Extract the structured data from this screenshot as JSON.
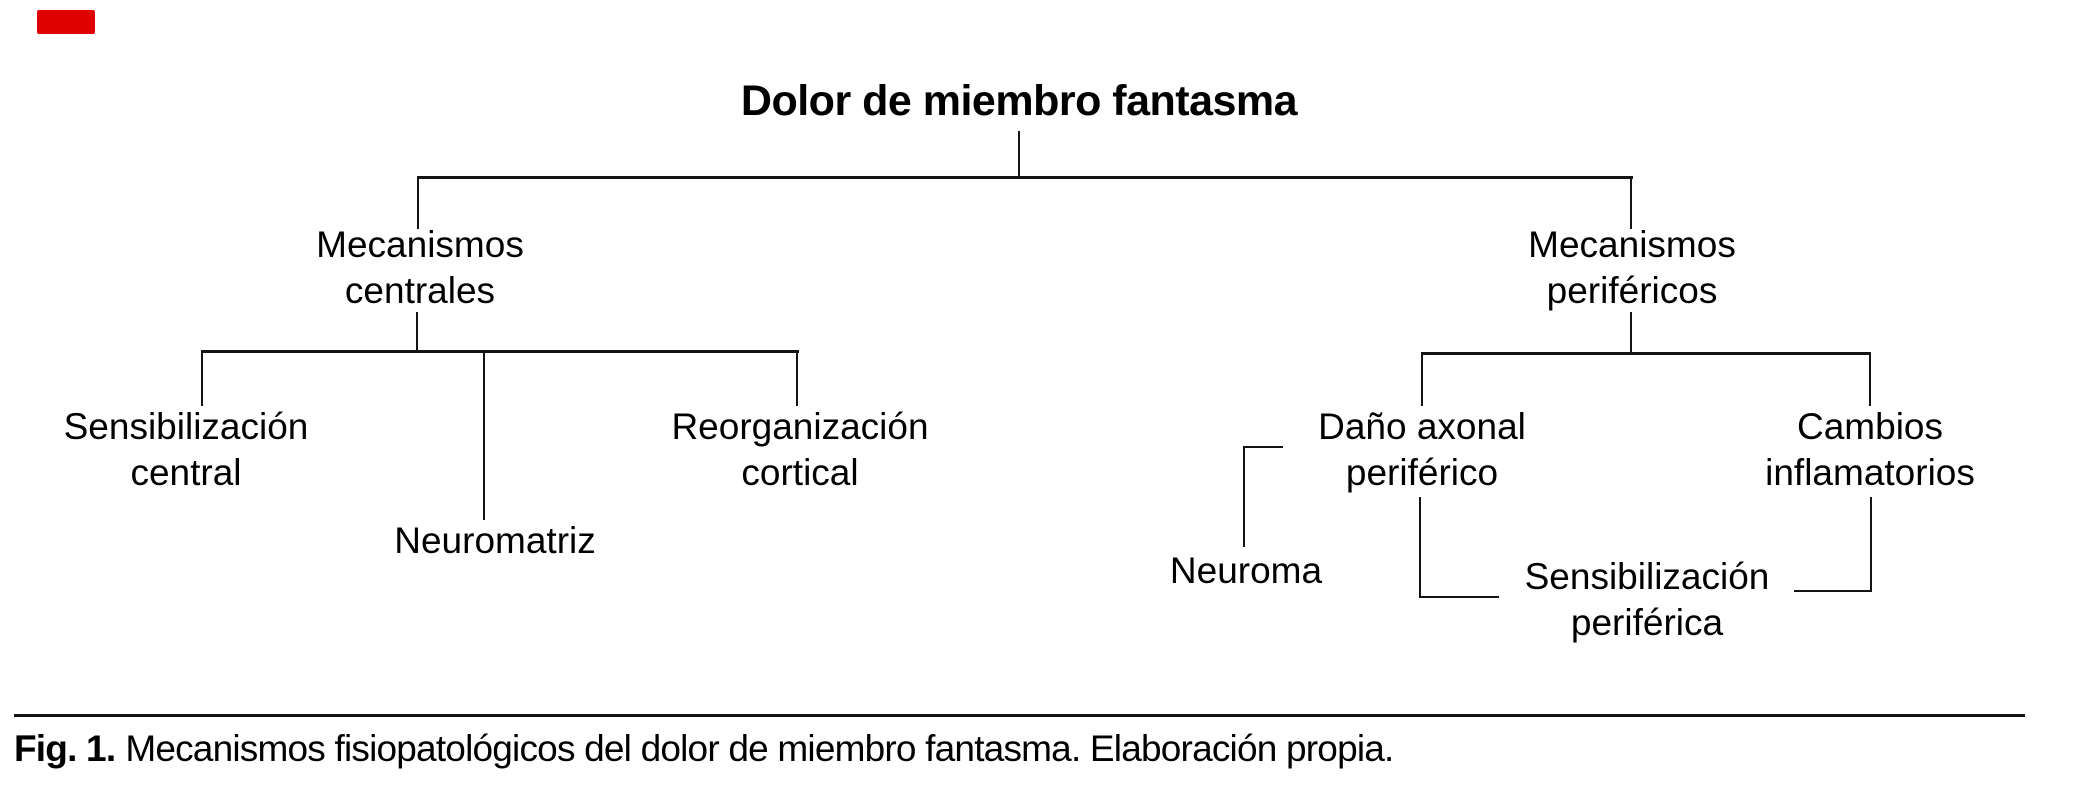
{
  "diagram": {
    "nodes": {
      "root": "Dolor de miembro fantasma",
      "central_mechanisms": "Mecanismos\ncentrales",
      "peripheral_mechanisms": "Mecanismos\nperiféricos",
      "central_sensitization": "Sensibilización\ncentral",
      "neuromatrix": "Neuromatriz",
      "cortical_reorganization": "Reorganización\ncortical",
      "peripheral_axonal_damage": "Daño axonal\nperiférico",
      "inflammatory_changes": "Cambios\ninflamatorios",
      "neuroma": "Neuroma",
      "peripheral_sensitization": "Sensibilización\nperiférica"
    },
    "edges": [
      {
        "from": "root",
        "to": "central_mechanisms"
      },
      {
        "from": "root",
        "to": "peripheral_mechanisms"
      },
      {
        "from": "central_mechanisms",
        "to": "central_sensitization"
      },
      {
        "from": "central_mechanisms",
        "to": "neuromatrix"
      },
      {
        "from": "central_mechanisms",
        "to": "cortical_reorganization"
      },
      {
        "from": "peripheral_mechanisms",
        "to": "peripheral_axonal_damage"
      },
      {
        "from": "peripheral_mechanisms",
        "to": "inflammatory_changes"
      },
      {
        "from": "peripheral_axonal_damage",
        "to": "neuroma"
      },
      {
        "from": "peripheral_axonal_damage",
        "to": "peripheral_sensitization"
      },
      {
        "from": "inflammatory_changes",
        "to": "peripheral_sensitization"
      }
    ]
  },
  "caption": {
    "fig_label": "Fig. 1.",
    "text": "Mecanismos fisiopatológicos del dolor de miembro fantasma. Elaboración propia."
  },
  "colors": {
    "background": "#ffffff",
    "text": "#000000",
    "line": "#141414",
    "corner_mark": "#e00000"
  }
}
